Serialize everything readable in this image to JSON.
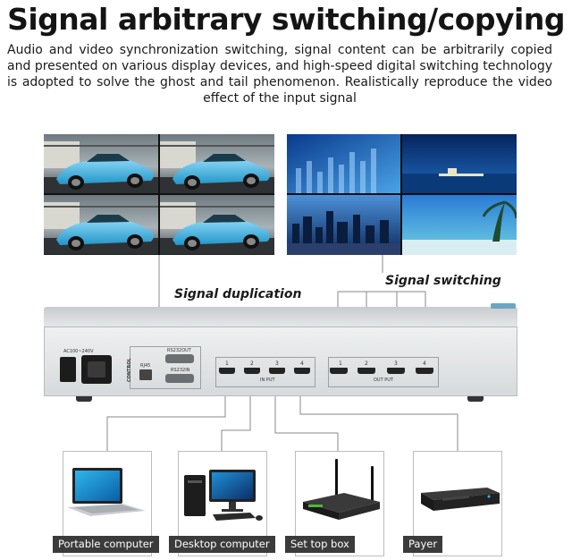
{
  "title": "Signal arbitrary switching/copying",
  "description": "Audio and video synchronization switching, signal content can be arbitrarily copied and presented on various display devices, and high-speed digital switching technology is adopted to solve the ghost and tail phenomenon. Realistically reproduce the video effect of the input signal",
  "labels": {
    "duplication": "Signal duplication",
    "switching": "Signal switching"
  },
  "device": {
    "power": "AC100~240V",
    "control": "CONTROL",
    "rj45": "RJ45",
    "rs232out": "RS232OUT",
    "rs232in": "RS232IN",
    "input": "IN PUT",
    "output": "OUT PUT",
    "ports": [
      "1",
      "2",
      "3",
      "4"
    ]
  },
  "sources": [
    {
      "label": "Portable computer",
      "icon": "laptop-icon"
    },
    {
      "label": "Desktop computer",
      "icon": "desktop-icon"
    },
    {
      "label": "Set top box",
      "icon": "set-top-box-icon"
    },
    {
      "label": "Payer",
      "icon": "dvd-player-icon"
    }
  ],
  "colors": {
    "car": "#49b9e6",
    "device_body": "#d9dcde",
    "device_panel": "#e8eaec",
    "label_bg": "#3b3b3b"
  }
}
